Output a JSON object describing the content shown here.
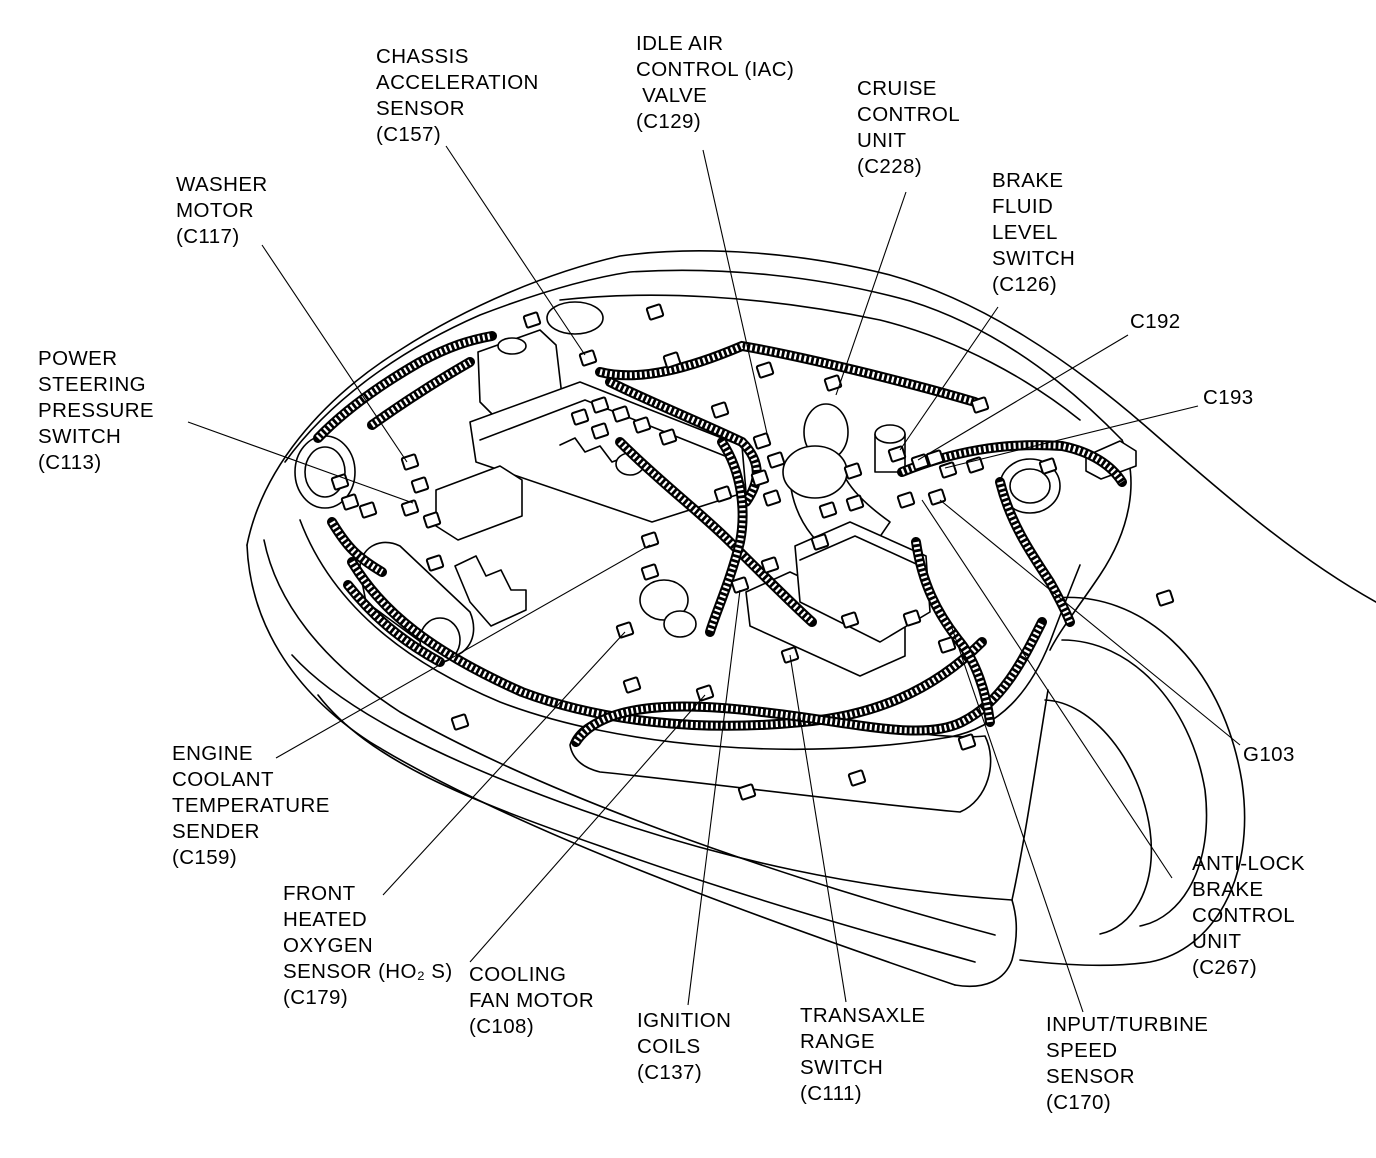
{
  "labels": {
    "chassis_acceleration_sensor": [
      "CHASSIS",
      "ACCELERATION",
      "SENSOR",
      "(C157)"
    ],
    "idle_air_control_valve": [
      "IDLE AIR",
      "CONTROL (IAC)",
      " VALVE",
      "(C129)"
    ],
    "cruise_control_unit": [
      "CRUISE",
      "CONTROL",
      "UNIT",
      "(C228)"
    ],
    "washer_motor": [
      "WASHER",
      "MOTOR",
      "(C117)"
    ],
    "brake_fluid_level_switch": [
      "BRAKE",
      "FLUID",
      "LEVEL",
      "SWITCH",
      "(C126)"
    ],
    "c192": [
      "C192"
    ],
    "c193": [
      "C193"
    ],
    "power_steering_pressure_switch": [
      "POWER",
      "STEERING",
      "PRESSURE",
      "SWITCH",
      "(C113)"
    ],
    "g103": [
      "G103"
    ],
    "engine_coolant_temperature_sender": [
      "ENGINE",
      "COOLANT",
      "TEMPERATURE",
      "SENDER",
      "(C159)"
    ],
    "front_heated_oxygen_sensor": [
      "FRONT",
      "HEATED",
      "OXYGEN",
      "SENSOR (HO₂ S)",
      "(C179)"
    ],
    "cooling_fan_motor": [
      "COOLING",
      "FAN MOTOR",
      "(C108)"
    ],
    "ignition_coils": [
      "IGNITION",
      "COILS",
      "(C137)"
    ],
    "transaxle_range_switch": [
      "TRANSAXLE",
      "RANGE",
      "SWITCH",
      "(C111)"
    ],
    "anti_lock_brake_control_unit": [
      "ANTI-LOCK",
      "BRAKE",
      "CONTROL",
      "UNIT",
      "(C267)"
    ],
    "input_turbine_speed_sensor": [
      "INPUT/TURBINE",
      "SPEED",
      "SENSOR",
      "(C170)"
    ]
  },
  "colors": {
    "line": "#000000",
    "background": "#ffffff"
  }
}
